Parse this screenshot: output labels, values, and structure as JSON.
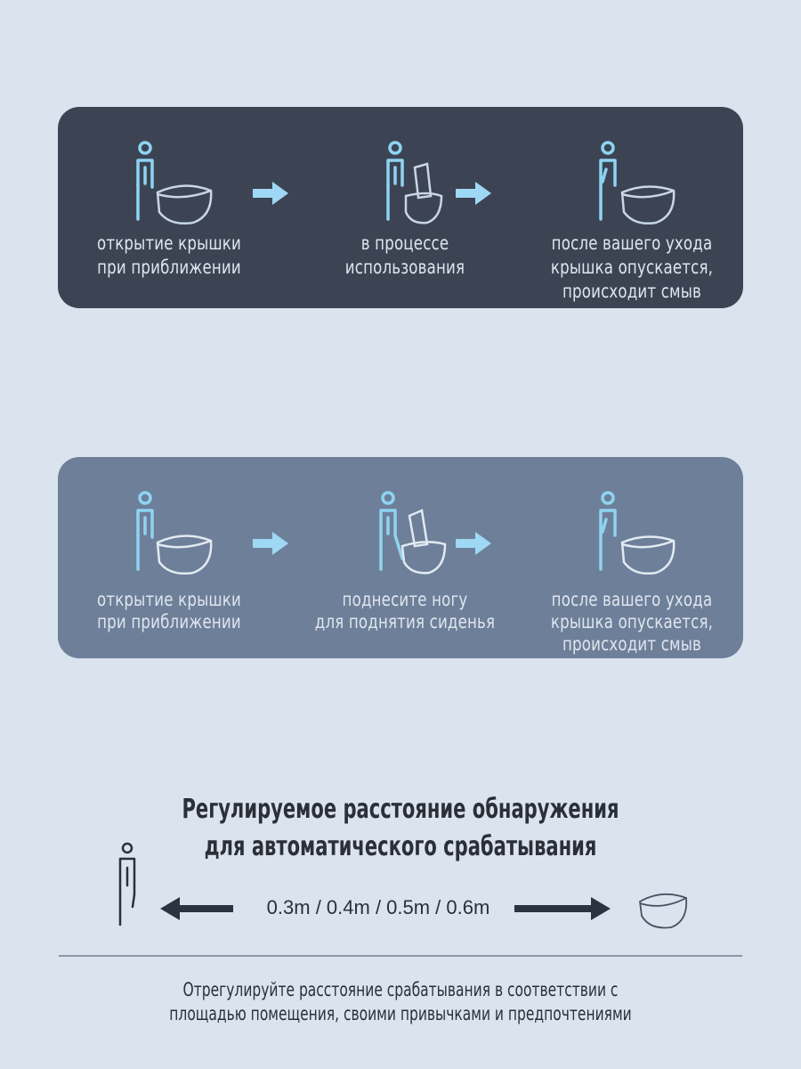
{
  "panel_sensor": {
    "steps": [
      {
        "caption": "открытие крышки\nпри приближении",
        "icon": "person-approaching-toilet-icon"
      },
      {
        "caption": "в процессе\nиспользования",
        "icon": "person-on-toilet-lid-open-icon"
      },
      {
        "caption": "после вашего ухода\nкрышка опускается,\nпроисходит смыв",
        "icon": "person-leaving-toilet-icon"
      }
    ]
  },
  "panel_foot": {
    "steps": [
      {
        "caption": "открытие крышки\nпри приближении",
        "icon": "person-approaching-toilet-icon"
      },
      {
        "caption": "поднесите ногу\nдля поднятия сиденья",
        "icon": "person-foot-seat-lift-icon"
      },
      {
        "caption": "после вашего ухода\nкрышка опускается,\nпроисходит смыв",
        "icon": "person-leaving-toilet-icon"
      }
    ]
  },
  "detection": {
    "title": "Регулируемое расстояние обнаружения\nдля автоматического срабатывания",
    "distances": "0.3m / 0.4m / 0.5m / 0.6m",
    "note": "Отрегулируйте расстояние срабатывания в соответствии с\nплощадью помещения, своими привычками и предпочтениями"
  },
  "colors": {
    "icon_light_blue": "#8fd3f2",
    "arrow_blue": "#9fd8f5",
    "panel_dark": "#3c4454",
    "panel_light": "#6e7f99"
  }
}
